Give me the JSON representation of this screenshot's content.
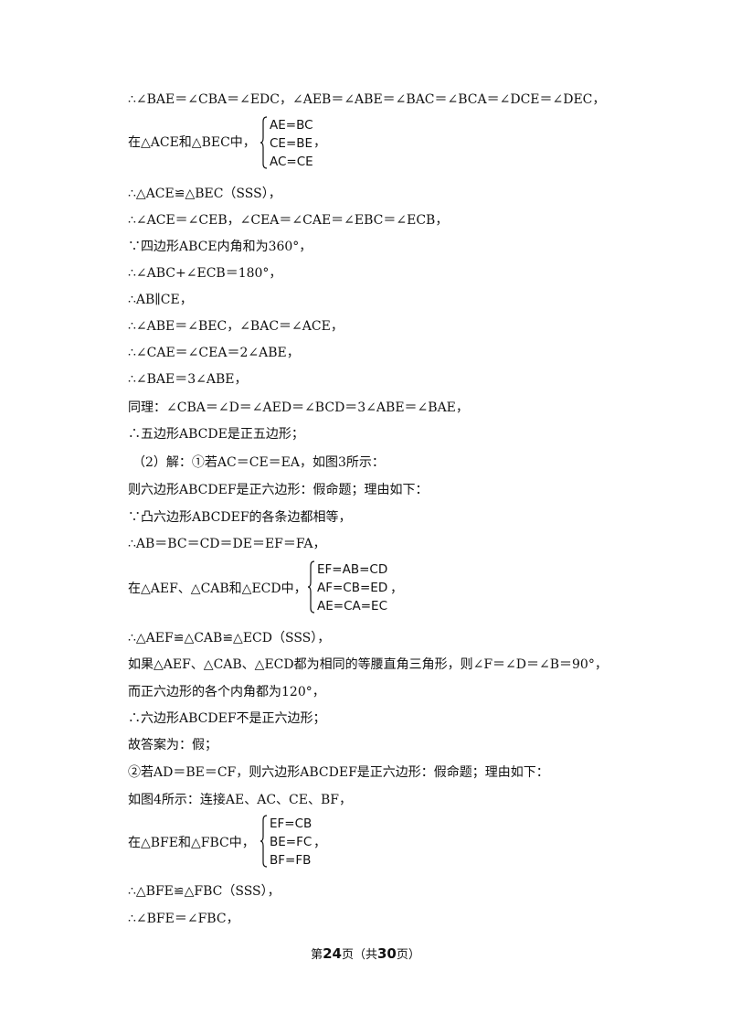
{
  "lines": [
    "∴∠BAE＝∠CBA＝∠EDC，∠AEB＝∠ABE＝∠BAC＝∠BCA＝∠DCE＝∠DEC，",
    "∴△ACE≌△BEC（SSS），",
    "∴∠ACE＝∠CEB，∠CEA＝∠CAE＝∠EBC＝∠ECB，",
    "∵四边形ABCE内角和为360°，",
    "∴∠ABC+∠ECB＝180°，",
    "∴AB∥CE，",
    "∴∠ABE＝∠BEC，∠BAC＝∠ACE，",
    "∴∠CAE＝∠CEA＝2∠ABE，",
    "∴∠BAE＝3∠ABE，",
    "同理：∠CBA＝∠D＝∠AED＝∠BCD＝3∠ABE＝∠BAE，",
    "∴五边形ABCDE是正五边形；",
    "（2）解：①若AC＝CE＝EA，如图3所示：",
    "则六边形ABCDEF是正六边形：假命题；理由如下：",
    "∵凸六边形ABCDEF的各条边都相等，",
    "∴AB＝BC＝CD＝DE＝EF＝FA，",
    "∴△AEF≌△CAB≌△ECD（SSS），",
    "如果△AEF、△CAB、△ECD都为相同的等腰直角三角形，则∠F＝∠D＝∠B＝90°，",
    "而正六边形的各个内角都为120°，",
    "∴六边形ABCDEF不是正六边形；",
    "故答案为：假；",
    "②若AD＝BE＝CF，则六边形ABCDEF是正六边形：假命题；理由如下：",
    "如图4所示：连接AE、AC、CE、BF，",
    "∴△BFE≌△FBC（SSS），",
    "∴∠BFE＝∠FBC，"
  ],
  "systems": [
    {
      "label": "在△ACE和△BEC中，",
      "rows": [
        "AE=BC",
        "CE=BE",
        "AC=CE"
      ],
      "tail": "，"
    },
    {
      "label": "在△AEF、△CAB和△ECD中，",
      "rows": [
        "EF=AB=CD",
        "AF=CB=ED",
        "AE=CA=EC"
      ],
      "tail": "，"
    },
    {
      "label": "在△BFE和△FBC中，",
      "rows": [
        "EF=CB",
        "BE=FC",
        "BF=FB"
      ],
      "tail": "，"
    }
  ],
  "footer": {
    "prefix": "第",
    "page": "24",
    "middle": "页（共",
    "total": "30",
    "suffix": "页）"
  }
}
